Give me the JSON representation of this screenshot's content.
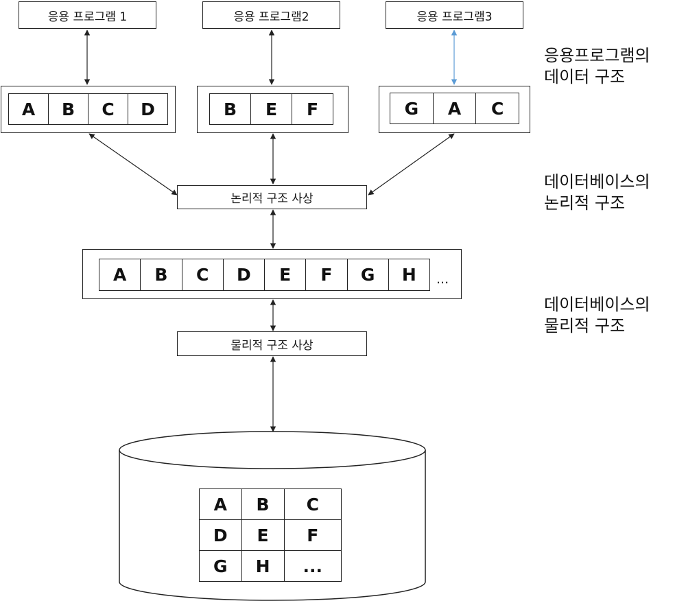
{
  "programs": [
    "응용 프로그램 1",
    "응용 프로그램2",
    "응용 프로그램3"
  ],
  "app_structures": [
    [
      "A",
      "B",
      "C",
      "D"
    ],
    [
      "B",
      "E",
      "F"
    ],
    [
      "G",
      "A",
      "C"
    ]
  ],
  "logical_mapping": "논리적 구조 사상",
  "logical_row": [
    "A",
    "B",
    "C",
    "D",
    "E",
    "F",
    "G",
    "H"
  ],
  "logical_row_more": "...",
  "physical_mapping": "물리적 구조 사상",
  "storage_grid": [
    [
      "A",
      "B",
      "C"
    ],
    [
      "D",
      "E",
      "F"
    ],
    [
      "G",
      "H",
      "..."
    ]
  ],
  "side_labels": {
    "app": [
      "응용프로그램의",
      "데이터 구조"
    ],
    "logical": [
      "데이터베이스의",
      "논리적 구조"
    ],
    "physical": [
      "데이터베이스의",
      "물리적 구조"
    ]
  },
  "colors": {
    "line": "#222222",
    "highlight_arrow": "#5b9bd5"
  }
}
